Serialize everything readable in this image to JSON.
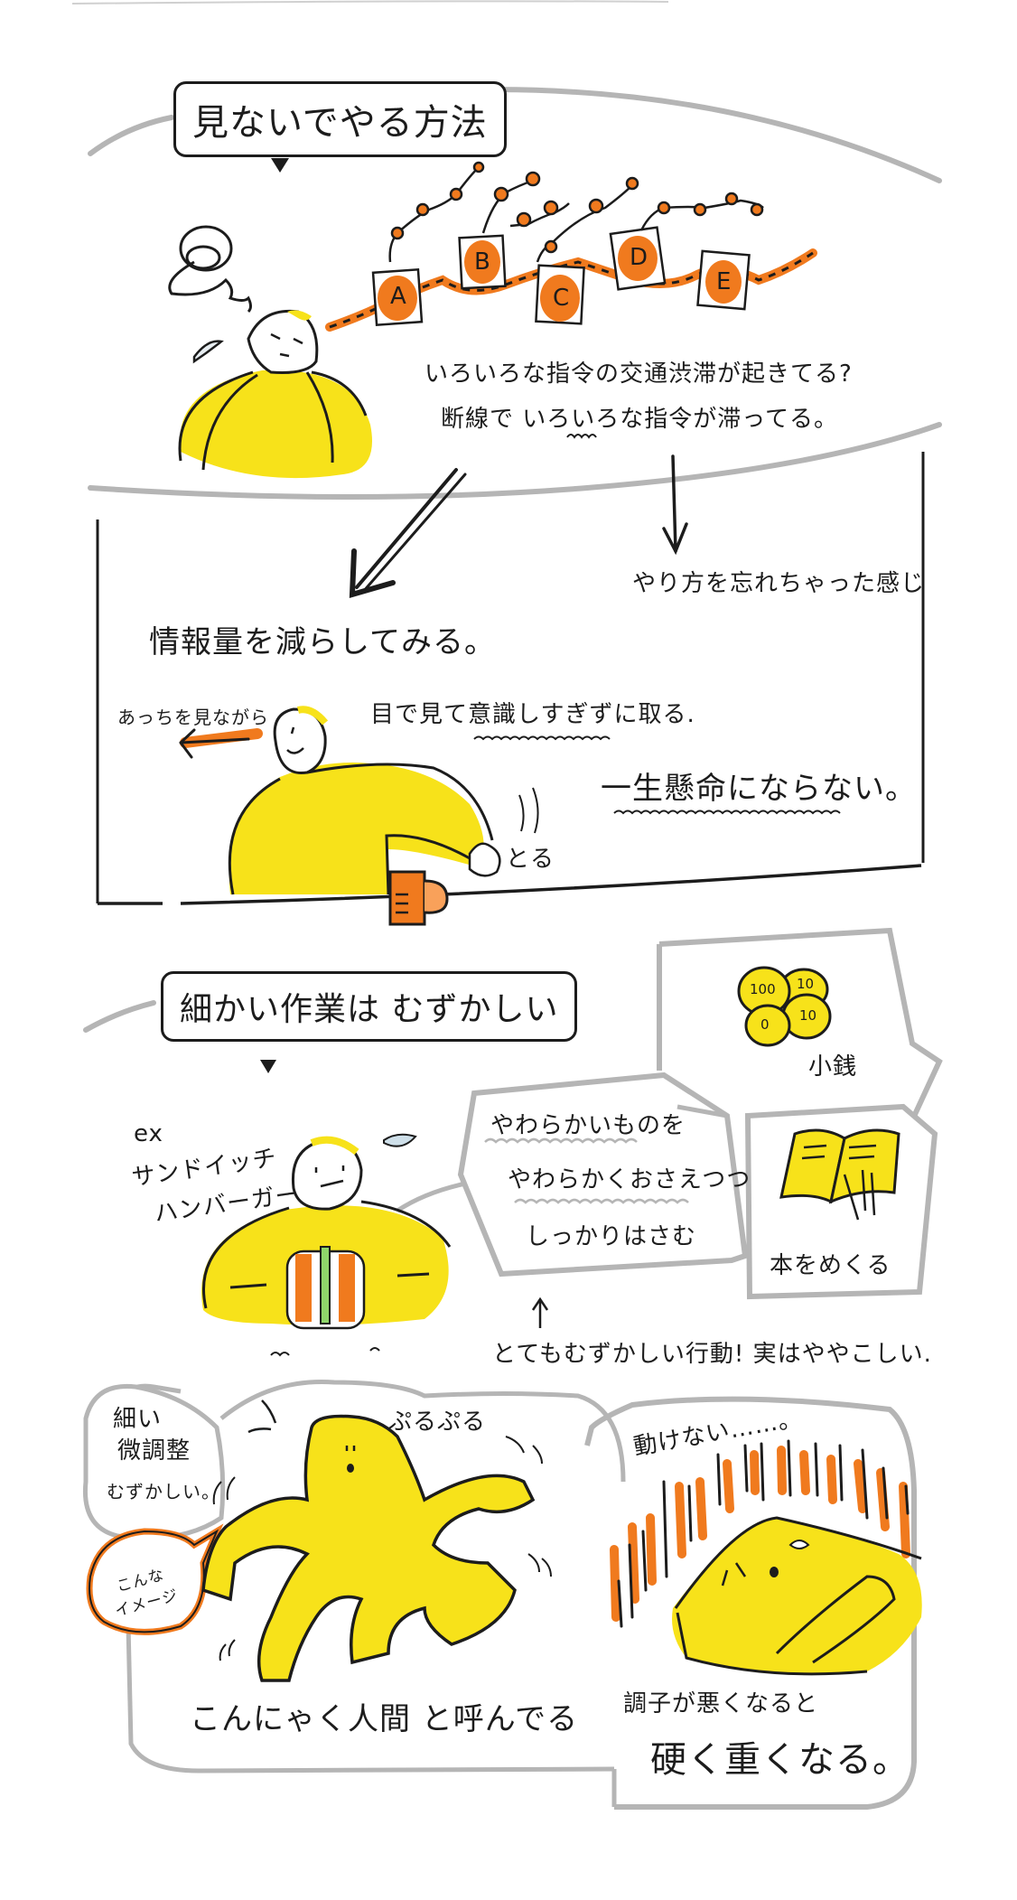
{
  "colors": {
    "ink": "#1c1c1c",
    "yellow": "#f7e21a",
    "orange": "#f07a1e",
    "gray_line": "#b5b5b5",
    "paper": "#ffffff",
    "lettuce": "#8fd66a",
    "sweat_blue": "#cfe0ea"
  },
  "section1": {
    "title": "見ないでやる方法",
    "node_labels": [
      "A",
      "B",
      "C",
      "D",
      "E"
    ],
    "line1": "いろいろな指令の交通渋滞が起きてる?",
    "line2": "断線で いろいろな指令が滞ってる。",
    "branch_right": "やり方を忘れちゃった感じ",
    "branch_left": "情報量を減らしてみる。",
    "looking_away": "あっちを見ながら",
    "eyes_note": "目で見て意識しすぎずに取る.",
    "not_too_hard": "一生懸命にならない。",
    "grab": "とる",
    "icons": [
      "tangled-thought-icon",
      "sweat-drop-icon",
      "arrow-left-icon",
      "arrow-down-icon",
      "mug-icon"
    ]
  },
  "section2": {
    "title": "細かい作業は むずかしい",
    "example_ex": "ex",
    "example_1": "サンドイッチ",
    "example_2": "ハンバーガー",
    "coins_caption": "小銭",
    "coin_values": [
      "100",
      "10",
      "10",
      "0"
    ],
    "soft_line1": "やわらかいものを",
    "soft_line2": "やわらかくおさえつつ",
    "soft_line3": "しっかりはさむ",
    "book_caption": "本をめくる",
    "difficult_action": "とてもむずかしい行動! 実はややこしい."
  },
  "section3": {
    "fine_adjust_1": "細い",
    "fine_adjust_2": "微調整",
    "fine_adjust_3": "むずかしい。",
    "image_bubble_1": "こんな",
    "image_bubble_2": "イメージ",
    "wobble": "ぷるぷる",
    "konnyaku_caption": "こんにゃく人間 と呼んでる",
    "cant_move": "動けない……。",
    "when_bad_1": "調子が悪くなると",
    "when_bad_2": "硬く重くなる。"
  }
}
